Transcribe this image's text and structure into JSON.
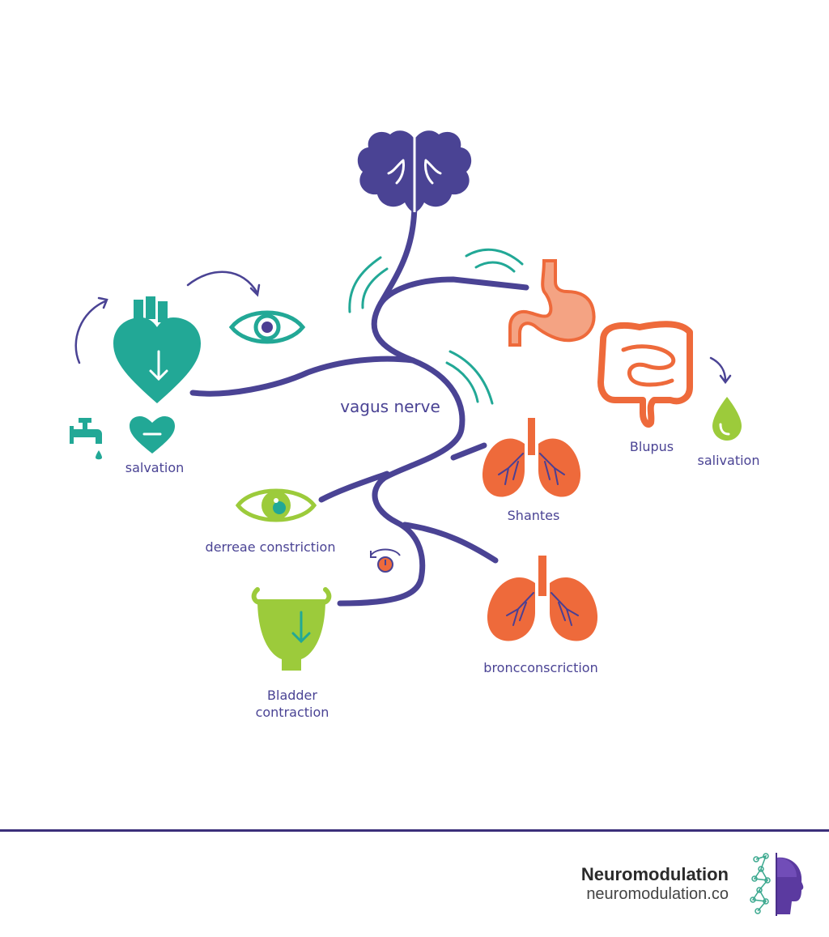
{
  "diagram": {
    "center_label": "vagus nerve",
    "labels": {
      "heart_salivation": "salvation",
      "intestine": "Blupus",
      "drop_salivation": "salivation",
      "lungs_upper": "Shantes",
      "eye_lower": "derreae constriction",
      "lungs_lower": "broncconscriction",
      "bladder_line1": "Bladder",
      "bladder_line2": "contraction"
    }
  },
  "footer": {
    "brand_name": "Neuromodulation",
    "brand_url": "neuromodulation.co"
  },
  "colors": {
    "nerve": "#4a4394",
    "teal": "#22a896",
    "orange": "#ee6a3b",
    "peach": "#f4a383",
    "lime": "#9ccb3b",
    "purple": "#4b3f93"
  }
}
